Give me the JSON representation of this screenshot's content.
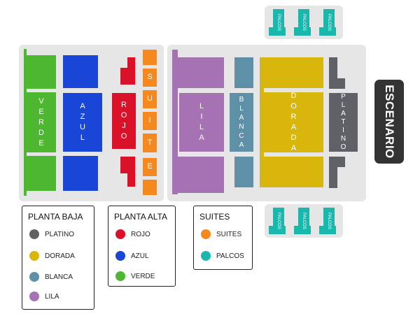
{
  "stage": "ESCENARIO",
  "palcos_label": "PALCOS",
  "sections": {
    "verde": "VERDE",
    "azul": "AZUL",
    "rojo": "ROJO",
    "suites": [
      "S",
      "U",
      "I",
      "T",
      "E"
    ],
    "lila": "LILA",
    "blanca": "BLANCA",
    "dorada": "DORADA",
    "platino": "PLATINO"
  },
  "colors": {
    "verde": "#4cb72f",
    "azul": "#1946d6",
    "rojo": "#d9122a",
    "suites": "#f5881e",
    "lila": "#a672b4",
    "blanca": "#5e90a8",
    "dorada": "#d8b60c",
    "platino": "#5f6166",
    "palcos": "#1ab7ad"
  },
  "legends": {
    "planta_baja": {
      "title": "PLANTA BAJA",
      "items": [
        "PLATINO",
        "DORADA",
        "BLANCA",
        "LILA"
      ]
    },
    "planta_alta": {
      "title": "PLANTA ALTA",
      "items": [
        "ROJO",
        "AZUL",
        "VERDE"
      ]
    },
    "suites": {
      "title": "SUITES",
      "items": [
        "SUITES",
        "PALCOS"
      ]
    }
  }
}
